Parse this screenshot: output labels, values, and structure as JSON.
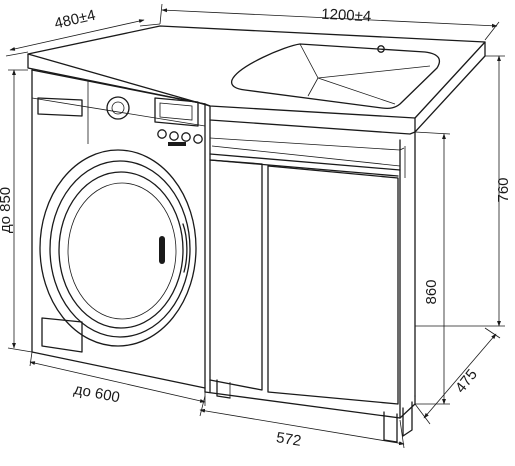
{
  "dimensions": {
    "top_width": "1200±4",
    "top_depth": "480±4",
    "machine_height": "до 850",
    "machine_width": "до 600",
    "cabinet_height": "760",
    "door_height": "860",
    "cabinet_depth": "475",
    "cabinet_width": "572"
  }
}
